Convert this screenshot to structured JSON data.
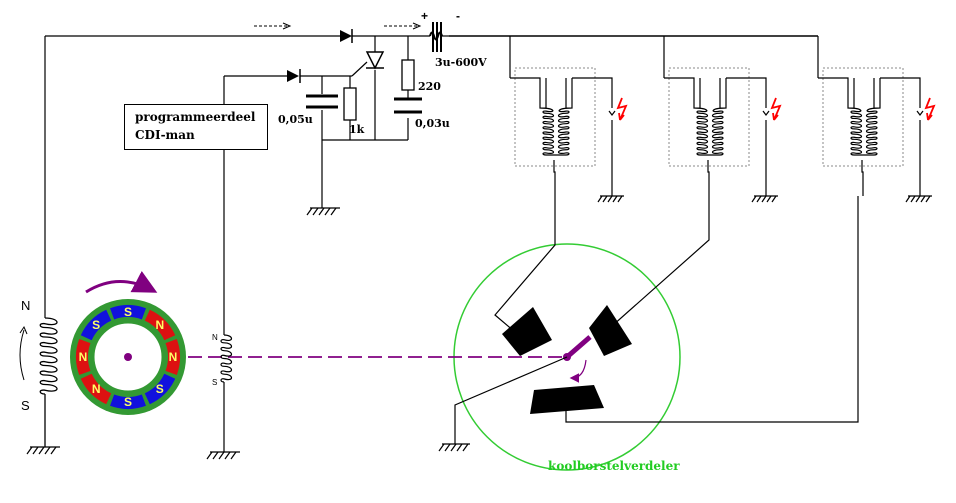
{
  "diagram": {
    "programmer_box": {
      "line1": "programmeerdeel",
      "line2": "CDI-man"
    },
    "components": {
      "cap1": "0,05u",
      "res1": "1k",
      "res2": "220",
      "cap2": "0,03u",
      "coil": "3u-600V",
      "polarity_plus": "+",
      "polarity_minus": "-"
    },
    "generator_coil": {
      "north": "N",
      "south": "S"
    },
    "pickup_coil": {
      "north": "N",
      "south": "S"
    },
    "flywheel_magnets": [
      "S",
      "N",
      "N",
      "S",
      "S",
      "N",
      "N",
      "S"
    ],
    "distributor_label": "koolborstelverdeler",
    "colors": {
      "magnet_north": "#dd1111",
      "magnet_south": "#1111dd",
      "ring": "#339933",
      "rotation_arrow": "#800080",
      "spark": "#ff0000",
      "distributor_circle": "#33cc33"
    }
  }
}
